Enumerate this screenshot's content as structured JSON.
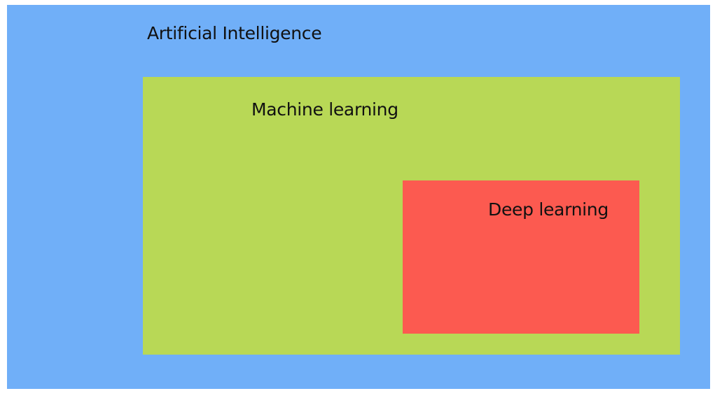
{
  "diagram": {
    "type": "nested-sets",
    "sets": [
      {
        "id": "ai",
        "label": "Artificial Intelligence",
        "color": "#70aff8"
      },
      {
        "id": "ml",
        "label": "Machine learning",
        "color": "#b8d856",
        "parent": "ai"
      },
      {
        "id": "dl",
        "label": "Deep learning",
        "color": "#fc5a50",
        "parent": "ml"
      }
    ]
  }
}
